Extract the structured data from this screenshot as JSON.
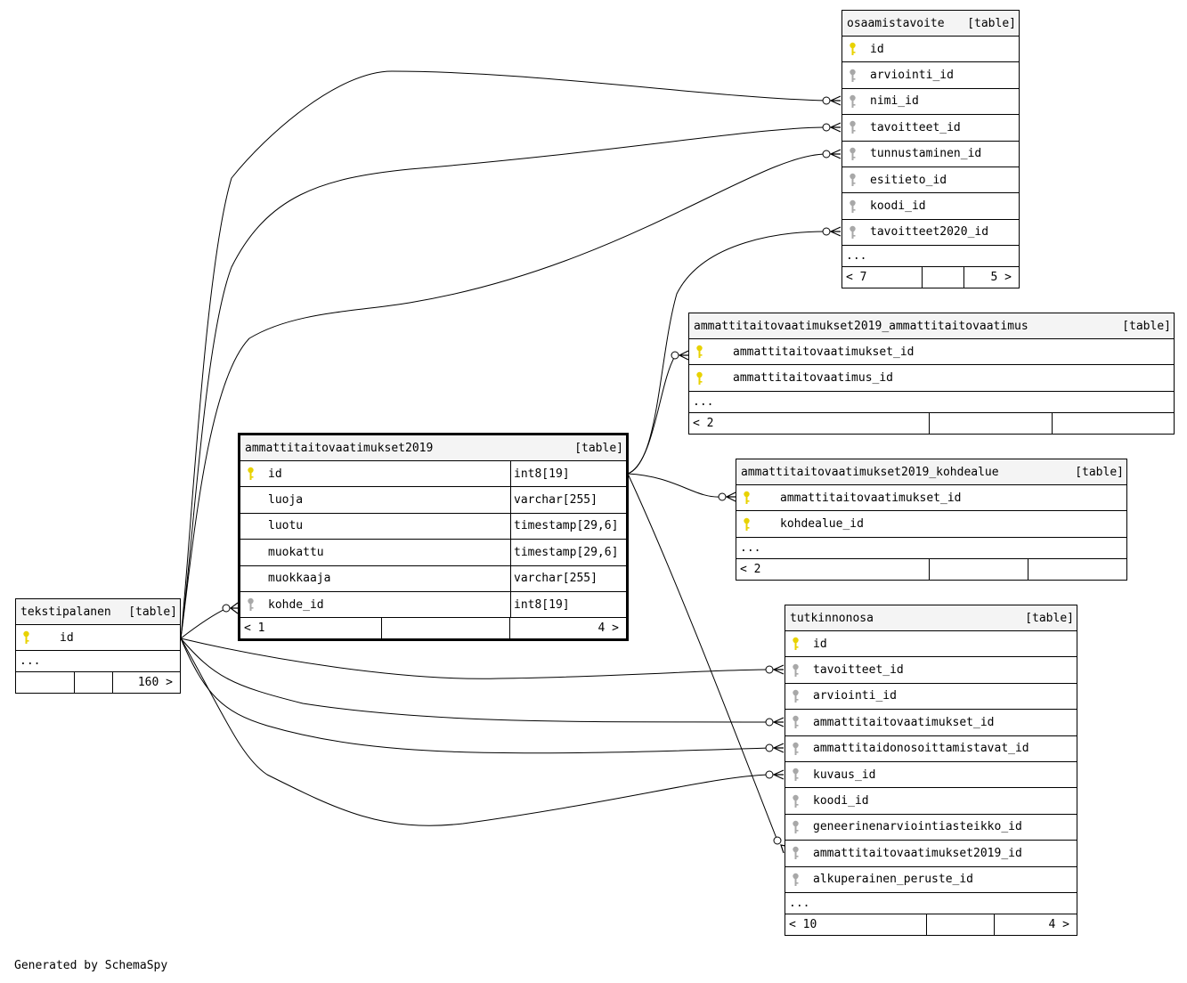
{
  "tables": {
    "osaamistavoite": {
      "name": "osaamistavoite",
      "type_label": "[table]",
      "columns": [
        {
          "name": "id",
          "key": "pk"
        },
        {
          "name": "arviointi_id",
          "key": "fk"
        },
        {
          "name": "nimi_id",
          "key": "fk"
        },
        {
          "name": "tavoitteet_id",
          "key": "fk"
        },
        {
          "name": "tunnustaminen_id",
          "key": "fk"
        },
        {
          "name": "esitieto_id",
          "key": "fk"
        },
        {
          "name": "koodi_id",
          "key": "fk"
        },
        {
          "name": "tavoitteet2020_id",
          "key": "fk"
        }
      ],
      "more": "...",
      "footer_left": "< 7",
      "footer_right": "5 >"
    },
    "aa": {
      "name": "ammattitaitovaatimukset2019_ammattitaitovaatimus",
      "type_label": "[table]",
      "columns": [
        {
          "name": "ammattitaitovaatimukset_id",
          "key": "pk"
        },
        {
          "name": "ammattitaitovaatimus_id",
          "key": "pk"
        }
      ],
      "more": "...",
      "footer_left": "< 2",
      "footer_right": ""
    },
    "kohdealue": {
      "name": "ammattitaitovaatimukset2019_kohdealue",
      "type_label": "[table]",
      "columns": [
        {
          "name": "ammattitaitovaatimukset_id",
          "key": "pk"
        },
        {
          "name": "kohdealue_id",
          "key": "pk"
        }
      ],
      "more": "...",
      "footer_left": "< 2",
      "footer_right": ""
    },
    "main": {
      "name": "ammattitaitovaatimukset2019",
      "type_label": "[table]",
      "columns": [
        {
          "name": "id",
          "type": "int8[19]",
          "key": "pk"
        },
        {
          "name": "luoja",
          "type": "varchar[255]",
          "key": ""
        },
        {
          "name": "luotu",
          "type": "timestamp[29,6]",
          "key": ""
        },
        {
          "name": "muokattu",
          "type": "timestamp[29,6]",
          "key": ""
        },
        {
          "name": "muokkaaja",
          "type": "varchar[255]",
          "key": ""
        },
        {
          "name": "kohde_id",
          "type": "int8[19]",
          "key": "fk"
        }
      ],
      "footer_left": "< 1",
      "footer_right": "4 >"
    },
    "teksti": {
      "name": "tekstipalanen",
      "type_label": "[table]",
      "columns": [
        {
          "name": "id",
          "key": "pk"
        }
      ],
      "more": "...",
      "footer_left": "",
      "footer_right": "160 >"
    },
    "tutkinnonosa": {
      "name": "tutkinnonosa",
      "type_label": "[table]",
      "columns": [
        {
          "name": "id",
          "key": "pk"
        },
        {
          "name": "tavoitteet_id",
          "key": "fk"
        },
        {
          "name": "arviointi_id",
          "key": "fk"
        },
        {
          "name": "ammattitaitovaatimukset_id",
          "key": "fk"
        },
        {
          "name": "ammattitaidonosoittamistavat_id",
          "key": "fk"
        },
        {
          "name": "kuvaus_id",
          "key": "fk"
        },
        {
          "name": "koodi_id",
          "key": "fk"
        },
        {
          "name": "geneerinenarviointiasteikko_id",
          "key": "fk"
        },
        {
          "name": "ammattitaitovaatimukset2019_id",
          "key": "fk"
        },
        {
          "name": "alkuperainen_peruste_id",
          "key": "fk"
        }
      ],
      "more": "...",
      "footer_left": "< 10",
      "footer_right": "4 >"
    }
  },
  "icons": {
    "pk": "primary-key-icon",
    "fk": "foreign-key-icon"
  },
  "colors": {
    "pk_key": "#e8d200",
    "fk_key": "#a8a8a8",
    "header_bg": "#f4f4f4"
  },
  "credit": "Generated by SchemaSpy"
}
